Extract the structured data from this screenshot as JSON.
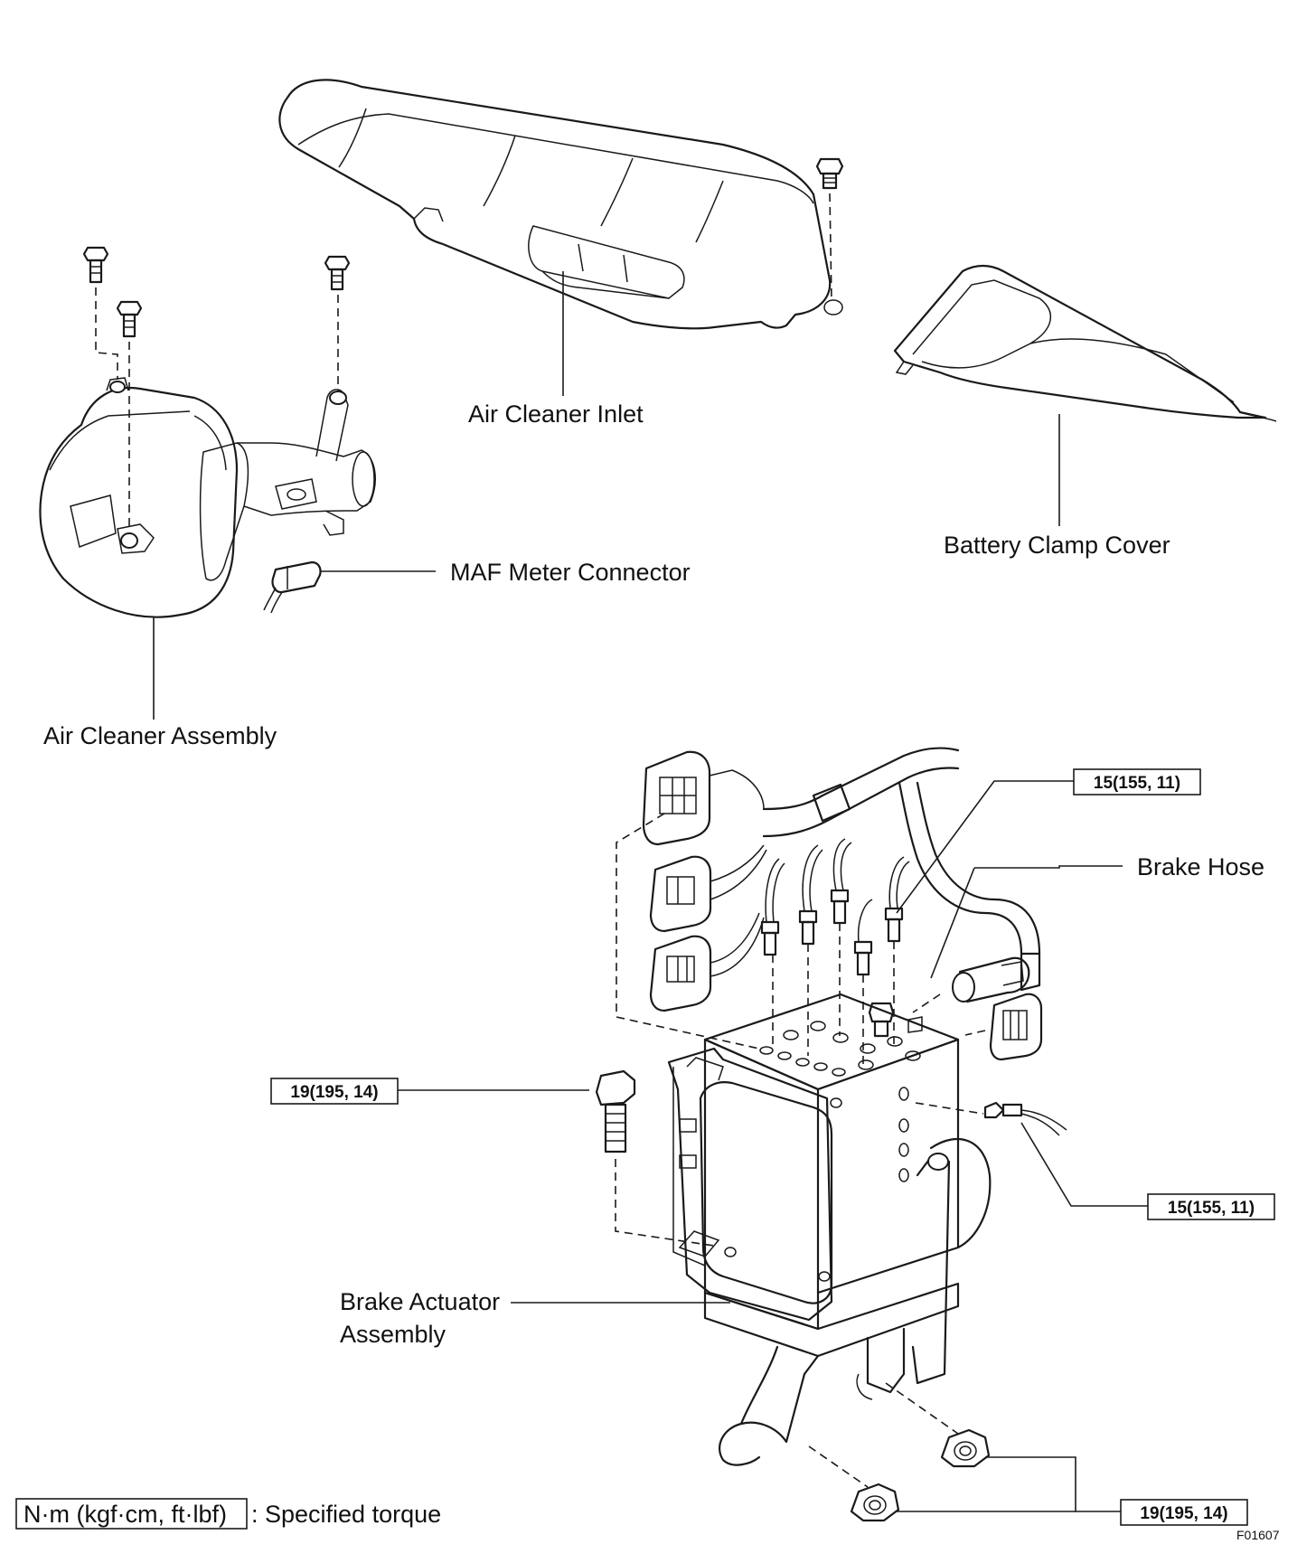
{
  "labels": {
    "air_cleaner_inlet": "Air Cleaner Inlet",
    "battery_clamp_cover": "Battery Clamp Cover",
    "maf_meter_connector": "MAF Meter Connector",
    "air_cleaner_assembly": "Air Cleaner Assembly",
    "brake_hose": "Brake Hose",
    "brake_actuator_line1": "Brake Actuator",
    "brake_actuator_line2": "Assembly"
  },
  "torque_specs": {
    "top_right": "15(155, 11)",
    "left_bolt": "19(195, 14)",
    "lower_right": "15(155, 11)",
    "bottom_nuts": "19(195, 14)"
  },
  "legend": {
    "unit": "N·m (kgf·cm, ft·lbf)",
    "text": ": Specified torque"
  },
  "figure_code": "F01607"
}
